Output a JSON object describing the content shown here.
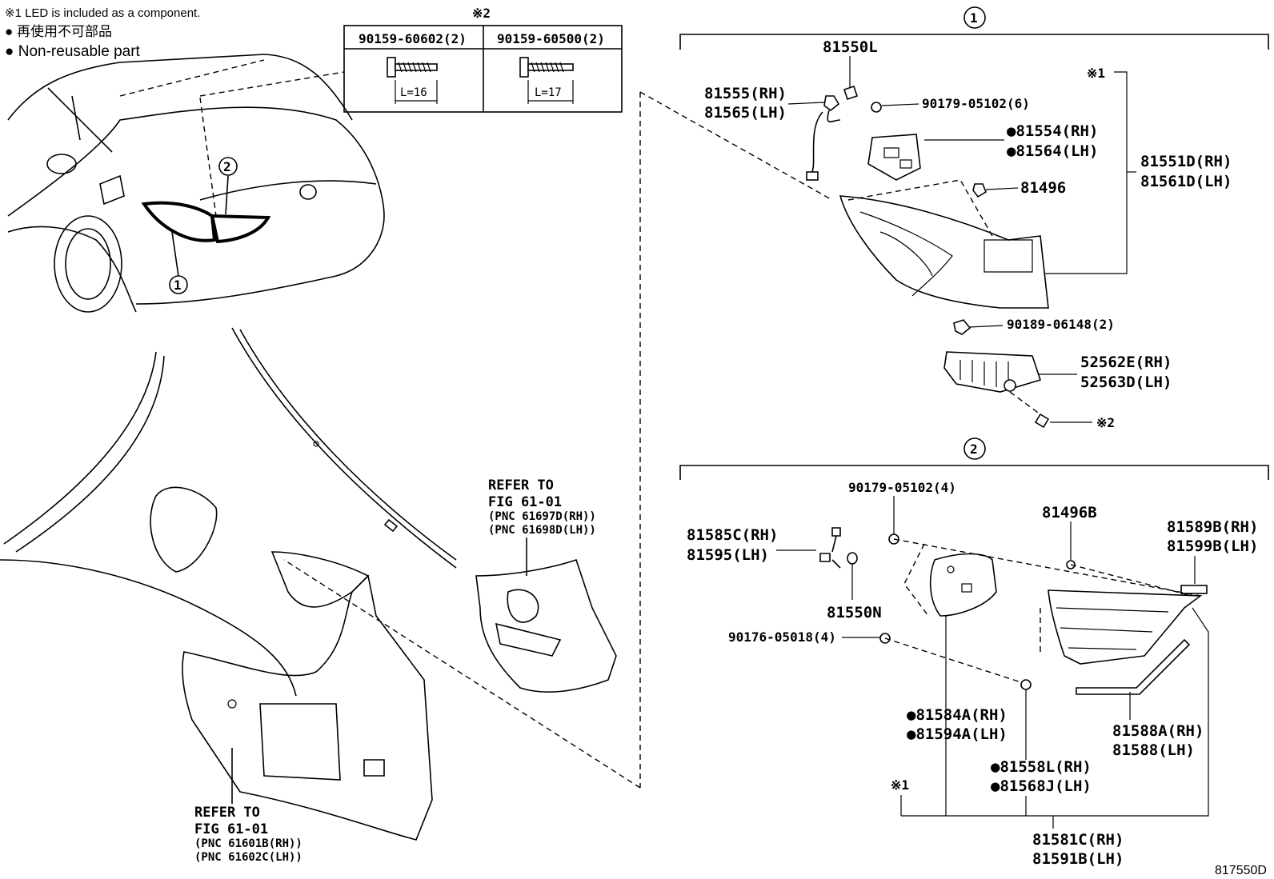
{
  "notes": {
    "led_note": "※1 LED is included as a component.",
    "nonreuse_jp": "● 再使用不可部品",
    "nonreuse_en": "● Non-reusable part",
    "table_mark": "※2"
  },
  "bolt_table": {
    "col1_part": "90159-60602(2)",
    "col1_length": "L=16",
    "col2_part": "90159-60500(2)",
    "col2_length": "L=17"
  },
  "callouts": {
    "c1": "1",
    "c2": "2"
  },
  "group1": {
    "p81550L": "81550L",
    "p81555": "81555(RH)",
    "p81565": "81565(LH)",
    "p90179_6": "90179-05102(6)",
    "p81554": "●81554(RH)",
    "p81564": "●81564(LH)",
    "p81496": "81496",
    "led_mark": "※1",
    "p81551D": "81551D(RH)",
    "p81561D": "81561D(LH)",
    "p90189": "90189-06148(2)",
    "p52562E": "52562E(RH)",
    "p52563D": "52563D(LH)",
    "screw_mark": "※2"
  },
  "group2": {
    "p90179_4": "90179-05102(4)",
    "p81496B": "81496B",
    "p81589B": "81589B(RH)",
    "p81599B": "81599B(LH)",
    "p81585C": "81585C(RH)",
    "p81595": "81595(LH)",
    "p81550N": "81550N",
    "p90176": "90176-05018(4)",
    "p81584A": "●81584A(RH)",
    "p81594A": "●81594A(LH)",
    "p81588A": "81588A(RH)",
    "p81588": "81588(LH)",
    "p81558L": "●81558L(RH)",
    "p81568J": "●81568J(LH)",
    "led_mark": "※1",
    "p81581C": "81581C(RH)",
    "p81591B": "81591B(LH)"
  },
  "refer_upper": {
    "line1": "REFER TO",
    "line2": "FIG 61-01",
    "line3": "(PNC 61697D(RH))",
    "line4": "(PNC 61698D(LH))"
  },
  "refer_lower": {
    "line1": "REFER TO",
    "line2": "FIG 61-01",
    "line3": "(PNC 61601B(RH))",
    "line4": "(PNC 61602C(LH))"
  },
  "diagram_id": "817550D"
}
